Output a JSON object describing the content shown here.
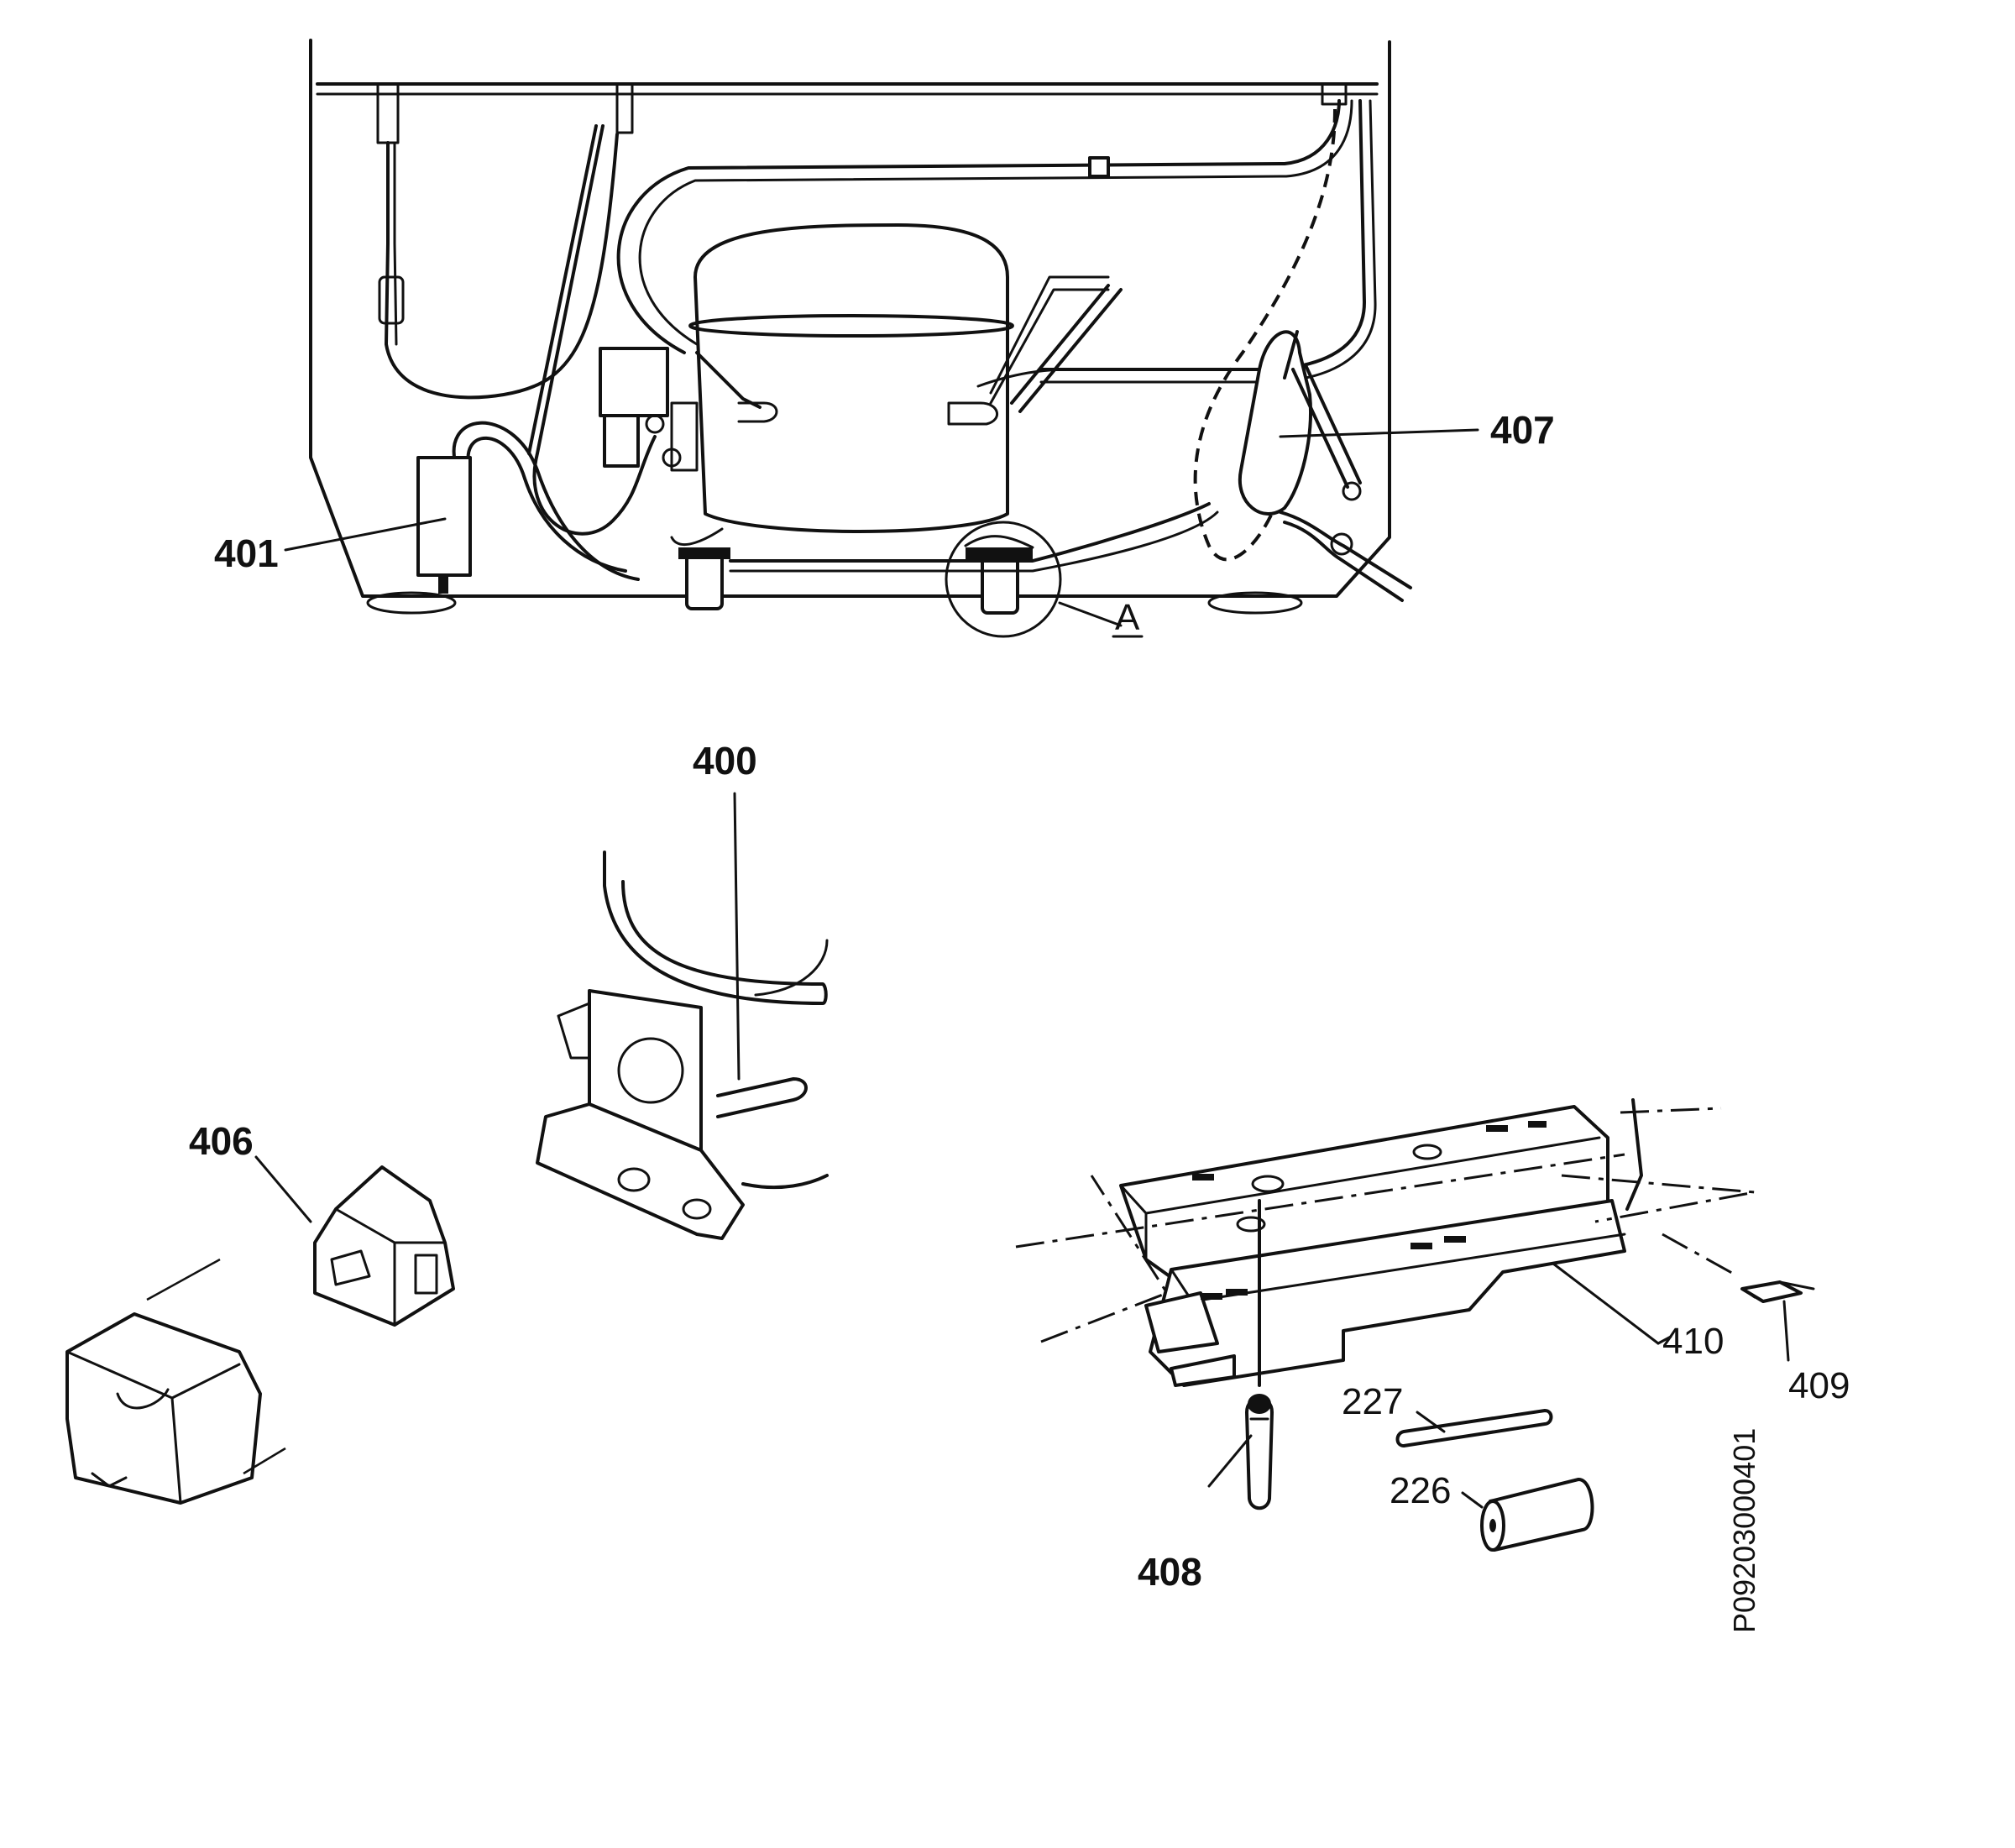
{
  "callouts": {
    "p400": "400",
    "p401": "401",
    "p406": "406",
    "p407": "407",
    "p408": "408",
    "p409": "409",
    "p410": "410",
    "p226": "226",
    "p227": "227",
    "detail_a": "A"
  },
  "drawing_code": "P09203000401"
}
